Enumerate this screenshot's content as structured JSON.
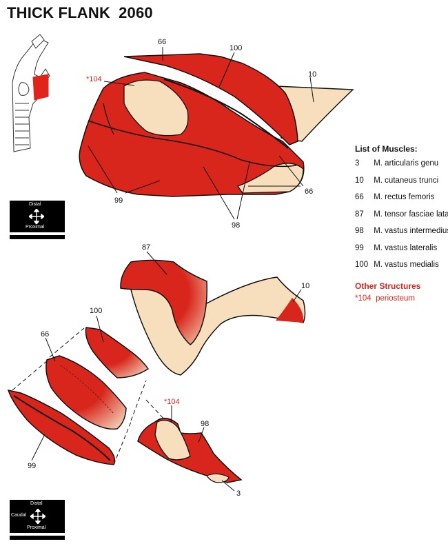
{
  "title": {
    "text": "THICK FLANK",
    "code": "2060"
  },
  "legend": {
    "heading": "List of Muscles:",
    "muscles": [
      {
        "num": "3",
        "name": "M. articularis genu"
      },
      {
        "num": "10",
        "name": "M. cutaneus trunci"
      },
      {
        "num": "66",
        "name": "M. rectus femoris"
      },
      {
        "num": "87",
        "name": "M. tensor fasciae latae"
      },
      {
        "num": "98",
        "name": "M. vastus intermedius"
      },
      {
        "num": "99",
        "name": "M. vastus lateralis"
      },
      {
        "num": "100",
        "name": "M. vastus medialis"
      }
    ],
    "other_heading": "Other Structures",
    "other": [
      {
        "num": "*104",
        "name": "periosteum"
      }
    ]
  },
  "labels": {
    "top": {
      "l66a": "66",
      "l100": "100",
      "l104": "*104",
      "l10": "10",
      "l99": "99",
      "l98": "98",
      "l66b": "66"
    },
    "bottom": {
      "l87": "87",
      "l10": "10",
      "l100": "100",
      "l66": "66",
      "l104": "*104",
      "l98": "98",
      "l99": "99",
      "l3": "3"
    }
  },
  "compass_top": {
    "up": "Distal",
    "down": "Proximal"
  },
  "compass_bottom": {
    "up": "Distal",
    "left": "Caudal",
    "down": "Proximal"
  },
  "colors": {
    "muscle": "#d8261c",
    "fat": "#f7dfbd",
    "accent": "#e0241b"
  }
}
